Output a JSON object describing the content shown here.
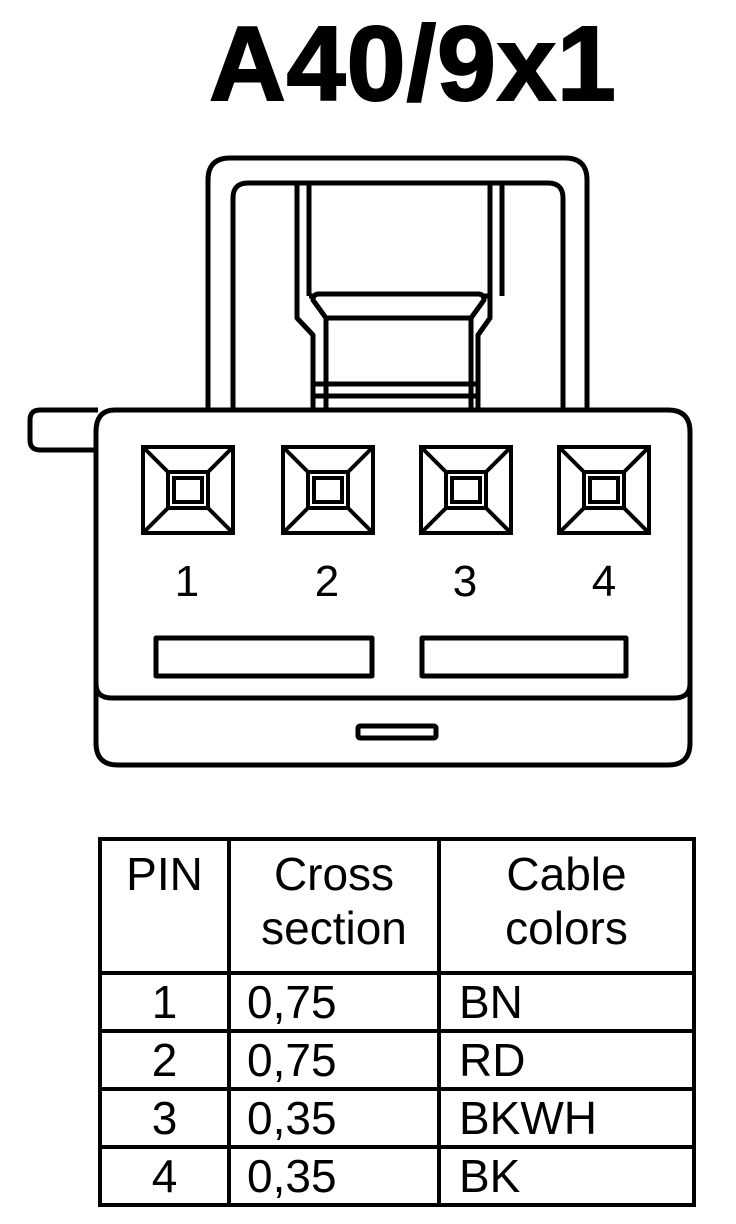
{
  "title": "A40/9x1",
  "connector": {
    "pin_labels": [
      "1",
      "2",
      "3",
      "4"
    ]
  },
  "table": {
    "headers": {
      "pin": "PIN",
      "cross_line1": "Cross",
      "cross_line2": "section",
      "cable_line1": "Cable",
      "cable_line2": "colors"
    },
    "rows": [
      {
        "pin": "1",
        "cross_section": "0,75",
        "color": "BN"
      },
      {
        "pin": "2",
        "cross_section": "0,75",
        "color": "RD"
      },
      {
        "pin": "3",
        "cross_section": "0,35",
        "color": "BKWH"
      },
      {
        "pin": "4",
        "cross_section": "0,35",
        "color": "BK"
      }
    ]
  }
}
